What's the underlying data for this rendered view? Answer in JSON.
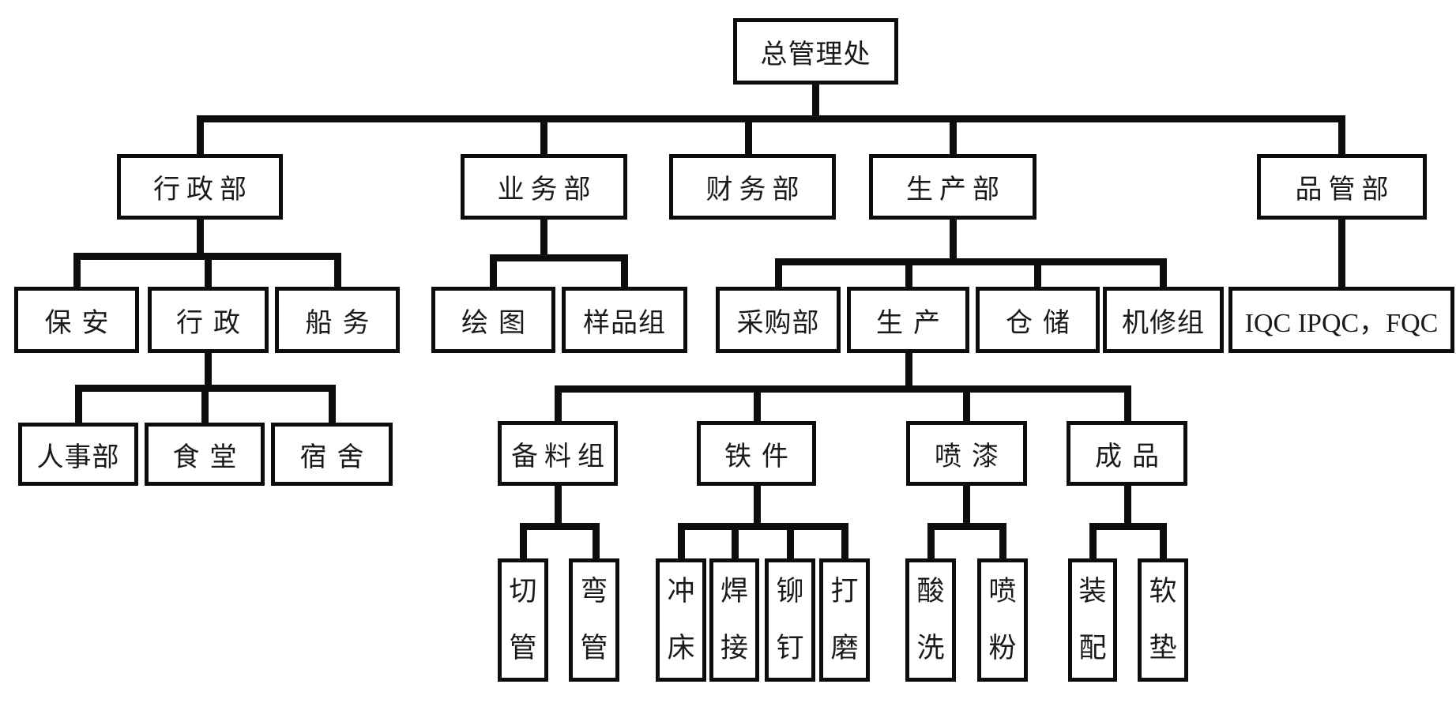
{
  "diagram_type": "org-chart",
  "colors": {
    "line": "#0d0d0d",
    "background": "#ffffff",
    "text": "#1a1a1a"
  },
  "nodes": {
    "general_office": {
      "label": "总管理处"
    },
    "admin_dept": {
      "label": "行政部"
    },
    "business_dept": {
      "label": "业务部"
    },
    "finance_dept": {
      "label": "财务部"
    },
    "production_dept": {
      "label": "生产部"
    },
    "qc_dept": {
      "label": "品管部"
    },
    "security": {
      "label": "保安"
    },
    "admin_section": {
      "label": "行政"
    },
    "shipping": {
      "label": "船务"
    },
    "hr_dept": {
      "label": "人事部"
    },
    "canteen": {
      "label": "食堂"
    },
    "dormitory": {
      "label": "宿舍"
    },
    "drawing": {
      "label": "绘图"
    },
    "sample_group": {
      "label": "样品组"
    },
    "purchasing_dept": {
      "label": "采购部"
    },
    "production_section": {
      "label": "生产"
    },
    "warehouse": {
      "label": "仓储"
    },
    "machine_repair_group": {
      "label": "机修组"
    },
    "qc_team": {
      "label": "IQC IPQC，FQC"
    },
    "material_prep_group": {
      "label": "备料组"
    },
    "iron_parts": {
      "label": "铁件"
    },
    "spray_painting": {
      "label": "喷漆"
    },
    "finished_products": {
      "label": "成品"
    },
    "pipe_cutting": {
      "label": "切管"
    },
    "pipe_bending": {
      "label": "弯管"
    },
    "punch_press": {
      "label": "冲床"
    },
    "welding": {
      "label": "焊接"
    },
    "riveting": {
      "label": "铆钉"
    },
    "polishing": {
      "label": "打磨"
    },
    "acid_washing": {
      "label": "酸洗"
    },
    "powder_spraying": {
      "label": "喷粉"
    },
    "assembly": {
      "label": "装配"
    },
    "cushioning": {
      "label": "软垫"
    }
  },
  "edges": [
    {
      "parent": "general_office",
      "children": [
        "admin_dept",
        "business_dept",
        "finance_dept",
        "production_dept",
        "qc_dept"
      ]
    },
    {
      "parent": "admin_dept",
      "children": [
        "security",
        "admin_section",
        "shipping"
      ]
    },
    {
      "parent": "admin_section",
      "children": [
        "hr_dept",
        "canteen",
        "dormitory"
      ]
    },
    {
      "parent": "business_dept",
      "children": [
        "drawing",
        "sample_group"
      ]
    },
    {
      "parent": "production_dept",
      "children": [
        "purchasing_dept",
        "production_section",
        "warehouse",
        "machine_repair_group"
      ]
    },
    {
      "parent": "qc_dept",
      "children": [
        "qc_team"
      ]
    },
    {
      "parent": "production_section",
      "children": [
        "material_prep_group",
        "iron_parts",
        "spray_painting",
        "finished_products"
      ]
    },
    {
      "parent": "material_prep_group",
      "children": [
        "pipe_cutting",
        "pipe_bending"
      ]
    },
    {
      "parent": "iron_parts",
      "children": [
        "punch_press",
        "welding",
        "riveting",
        "polishing"
      ]
    },
    {
      "parent": "spray_painting",
      "children": [
        "acid_washing",
        "powder_spraying"
      ]
    },
    {
      "parent": "finished_products",
      "children": [
        "assembly",
        "cushioning"
      ]
    }
  ]
}
